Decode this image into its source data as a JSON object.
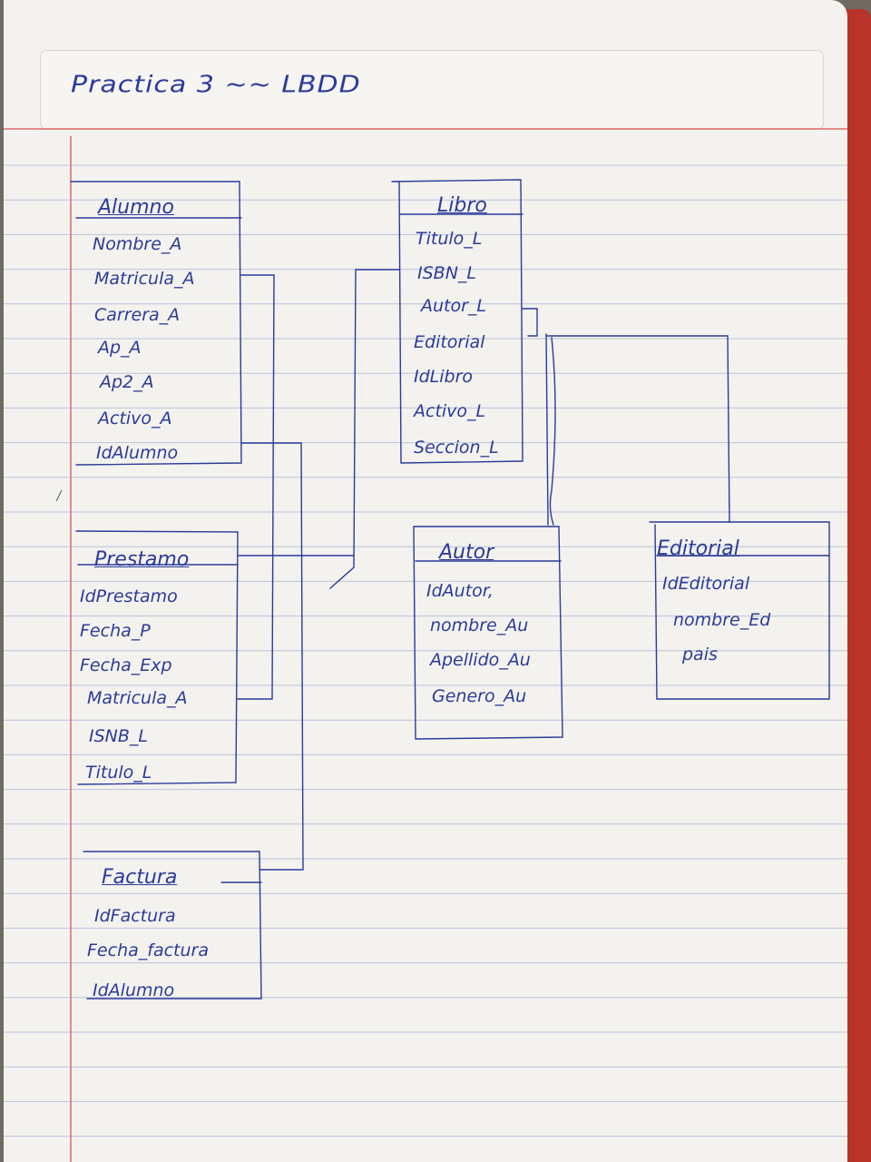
{
  "title": "Practica 3 ~~ LBDD",
  "colors": {
    "ink": "#2b3b9a",
    "paper": "#f3f2ee",
    "margin_line": "#e06b6b",
    "rule_line": "#b9c3dc"
  },
  "entities": {
    "alumno": {
      "name": "Alumno",
      "attributes": [
        "Nombre_A",
        "Matricula_A",
        "Carrera_A",
        "Ap_A",
        "Ap2_A",
        "Activo_A",
        "IdAlumno"
      ]
    },
    "libro": {
      "name": "Libro",
      "attributes": [
        "Titulo_L",
        "ISBN_L",
        "Autor_L",
        "Editorial",
        "IdLibro",
        "Activo_L",
        "Seccion_L"
      ]
    },
    "prestamo": {
      "name": "Prestamo",
      "attributes": [
        "IdPrestamo",
        "Fecha_P",
        "Fecha_Exp",
        "Matricula_A",
        "ISNB_L",
        "Titulo_L"
      ]
    },
    "autor": {
      "name": "Autor",
      "attributes": [
        "IdAutor,",
        "nombre_Au",
        "Apellido_Au",
        "Genero_Au"
      ]
    },
    "editorial": {
      "name": "Editorial",
      "attributes": [
        "IdEditorial",
        "nombre_Ed",
        "pais"
      ]
    },
    "factura": {
      "name": "Factura",
      "attributes": [
        "IdFactura",
        "Fecha_factura",
        "IdAlumno"
      ]
    }
  }
}
